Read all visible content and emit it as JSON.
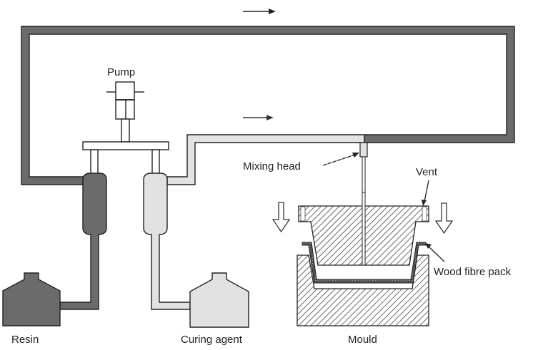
{
  "diagram": {
    "title": "Resin transfer moulding process",
    "labels": {
      "pump": "Pump",
      "mixing_head": "Mixing head",
      "vent": "Vent",
      "wood_fibre_pack": "Wood fibre pack",
      "resin": "Resin",
      "curing_agent": "Curing agent",
      "mould": "Mould"
    },
    "colors": {
      "resin": "#6b6b6b",
      "curing_agent": "#e0e0e0",
      "outline": "#222222",
      "hatch": "#444444",
      "background": "#ffffff"
    },
    "flow_arrows": [
      {
        "id": "top-flow-arrow",
        "direction": "right"
      },
      {
        "id": "middle-flow-arrow",
        "direction": "right"
      }
    ],
    "press_arrows": [
      {
        "id": "left-press-arrow",
        "direction": "down"
      },
      {
        "id": "right-press-arrow",
        "direction": "down"
      }
    ]
  }
}
